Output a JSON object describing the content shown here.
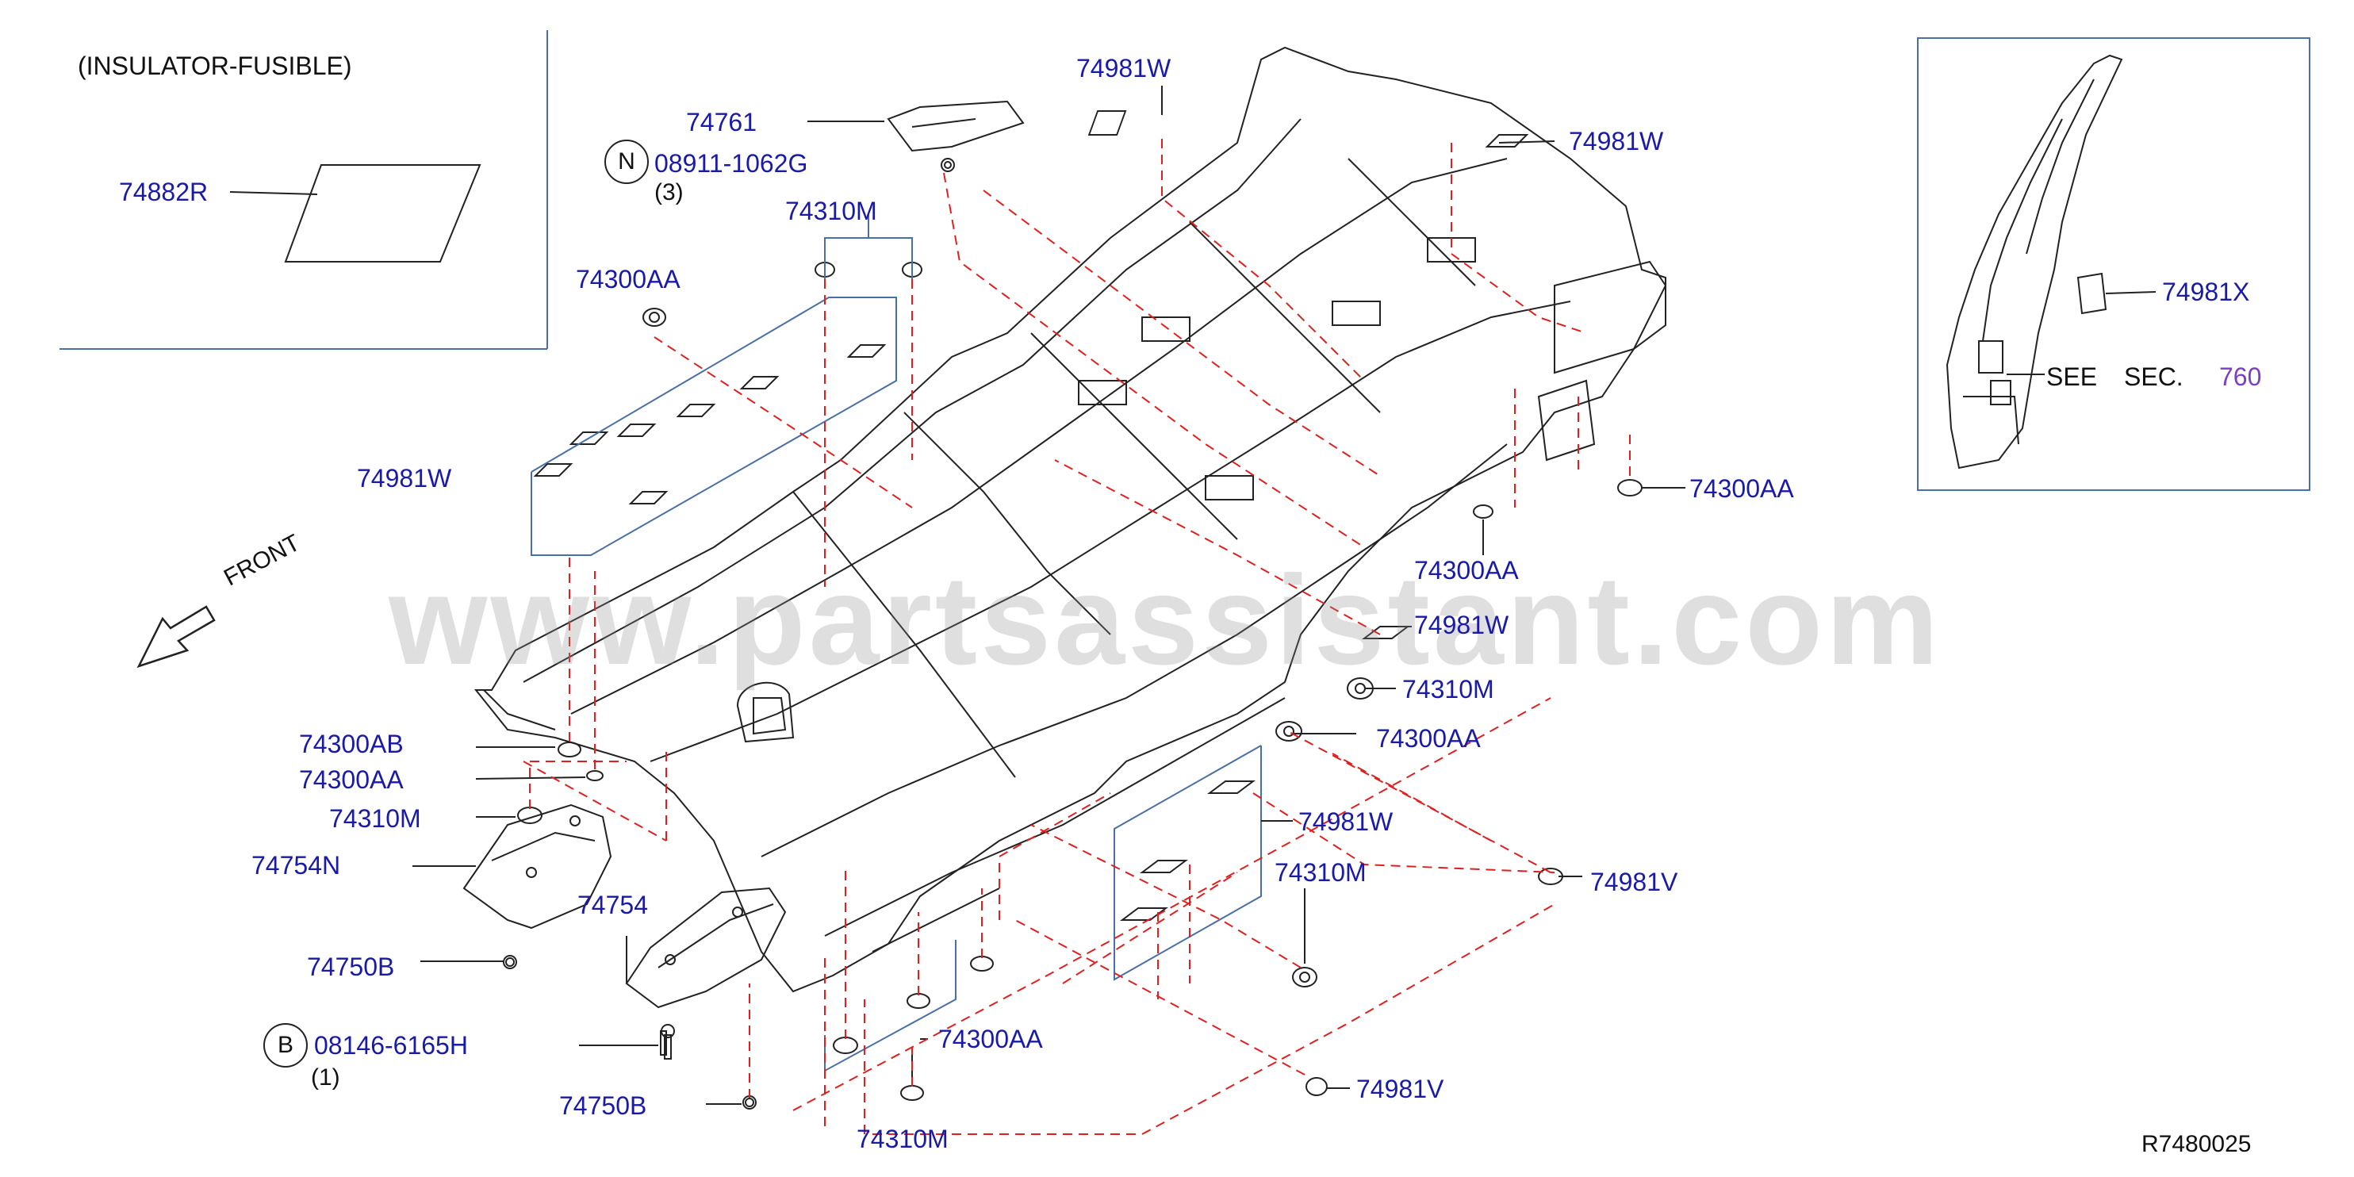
{
  "inset_left": {
    "title": "(INSULATOR-FUSIBLE)",
    "part": "74882R"
  },
  "inset_right": {
    "part": "74981X",
    "see": "SEE",
    "sec": "SEC.",
    "sec_number": "760"
  },
  "direction_label": "FRONT",
  "labels": {
    "l74981w_top": "74981W",
    "l74981w_top_right": "74981W",
    "l74761": "74761",
    "l08911": "08911-1062G",
    "n_symbol": "N",
    "l08911_qty": "(3)",
    "l74310m_top": "74310M",
    "l74300aa_top_left": "74300AA",
    "l74981w_left": "74981W",
    "l74300aa_right": "74300AA",
    "l74300aa_mid_right": "74300AA",
    "l74981w_mid_right": "74981W",
    "l74310m_mid_right": "74310M",
    "l74300aa_right2": "74300AA",
    "l74981w_lower_right": "74981W",
    "l74310m_lower_right": "74310M",
    "l74981v_right": "74981V",
    "l74981v_bottom": "74981V",
    "l74300ab": "74300AB",
    "l74300aa_left": "74300AA",
    "l74310m_left": "74310M",
    "l74754n": "74754N",
    "l74754": "74754",
    "l74750b_1": "74750B",
    "b_symbol": "B",
    "l08146": "08146-6165H",
    "l08146_qty": "(1)",
    "l74750b_2": "74750B",
    "l74300aa_bottom": "74300AA",
    "l74310m_bottom": "74310M"
  },
  "watermark": "www.partsassistant.com",
  "diagram_code": "R7480025",
  "colors": {
    "callout": "#1a1aa8",
    "leader_dash": "#e02020",
    "frame": "#4a6fa5",
    "line_art": "#222222"
  }
}
